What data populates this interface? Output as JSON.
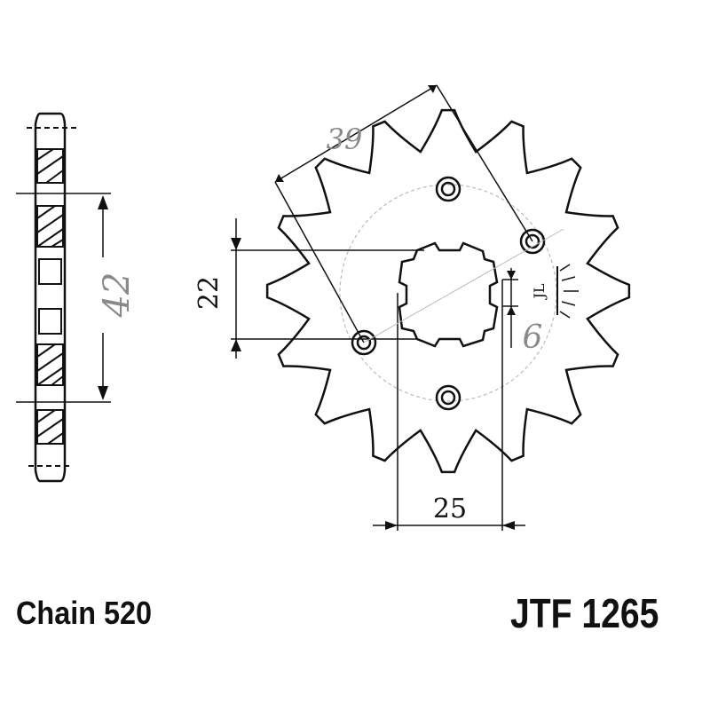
{
  "chain_label": "Chain 520",
  "part_number": "JTF 1265",
  "teeth_count": 16,
  "dimensions": {
    "side_pcd": "42",
    "bolt_spacing": "39",
    "hole_height": "22",
    "spline_width": "25",
    "offset": "6"
  },
  "colors": {
    "line": "#111111",
    "dim_text": "#8a8a8a",
    "pitch_circle": "#bbbbbb"
  }
}
